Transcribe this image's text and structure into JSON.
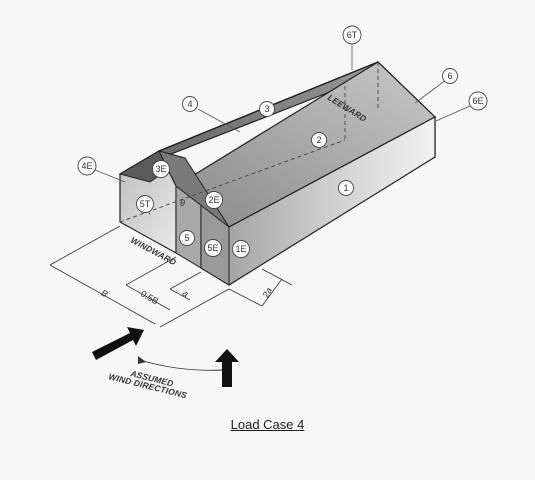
{
  "zones": {
    "z1": "1",
    "z1e": "1E",
    "z2": "2",
    "z2e": "2E",
    "z3": "3",
    "z3e": "3E",
    "z4": "4",
    "z4e": "4E",
    "z5": "5",
    "z5e": "5E",
    "z5t": "5T",
    "z6": "6",
    "z6e": "6E",
    "z6t": "6T"
  },
  "labels": {
    "windward": "WINDWARD",
    "leeward": "LEEWARD",
    "theta": "θ",
    "dim_b": "B",
    "dim_half_b": "0.5B",
    "dim_a": "a",
    "dim_2a": "2a",
    "assumed": "ASSUMED",
    "wind_directions": "WIND DIRECTIONS"
  },
  "caption": "Load Case 4",
  "colors": {
    "background": "#f7f7f7",
    "stroke": "#222222"
  }
}
